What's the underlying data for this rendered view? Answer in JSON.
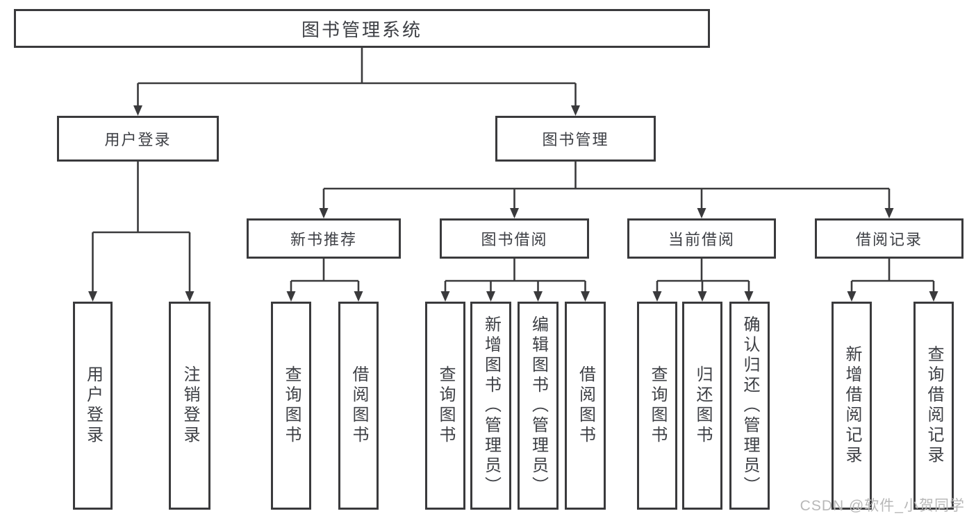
{
  "diagram": {
    "title": "图书管理系统",
    "level1": {
      "user_login": "用户登录",
      "book_mgmt": "图书管理"
    },
    "level2": {
      "new_books": "新书推荐",
      "borrowing": "图书借阅",
      "current": "当前借阅",
      "records": "借阅记录"
    },
    "leaves": {
      "user_login": [
        "用户登录",
        "注销登录"
      ],
      "new_books": [
        "查询图书",
        "借阅图书"
      ],
      "borrowing": [
        "查询图书",
        "新增图书（管理员）",
        "编辑图书（管理员）",
        "借阅图书"
      ],
      "current": [
        "查询图书",
        "归还图书",
        "确认归还（管理员）"
      ],
      "records": [
        "新增借阅记录",
        "查询借阅记录"
      ]
    },
    "watermark": "CSDN @软件_小贺同学",
    "colors": {
      "line": "#3a3a3c",
      "text": "#3d3f44",
      "watermark": "#b8b8b8"
    }
  }
}
